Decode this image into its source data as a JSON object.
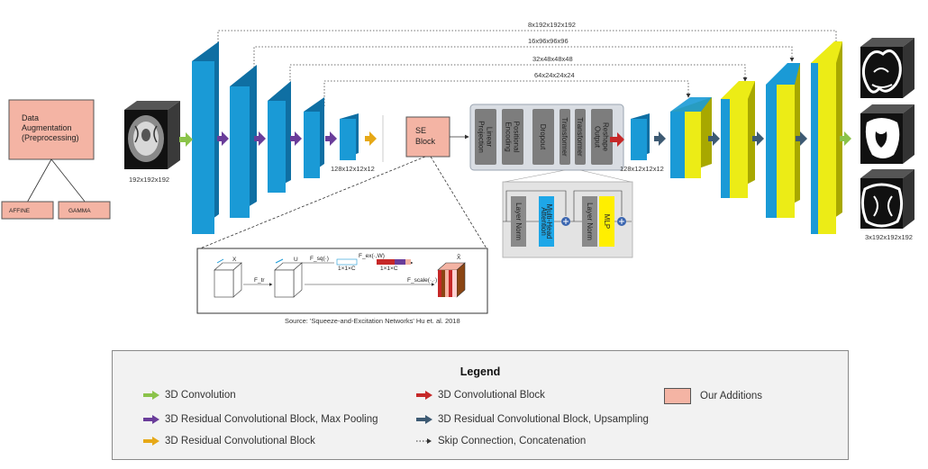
{
  "skip_labels": [
    "8x192x192x192",
    "16x96x96x96",
    "32x48x48x48",
    "64x24x24x24"
  ],
  "data_aug": {
    "title": "Data\nAugmentation\n(Preprocessing)",
    "affine": "AFFINE",
    "gamma": "GAMMA"
  },
  "input_label": "192x192x192",
  "bottleneck_label": "128x12x12x12",
  "se_block": "SE\nBlock",
  "transformer_blocks": [
    "Linear\nProjection",
    "Positional\nEncoding",
    "Dropout",
    "Transformer",
    "Transformer",
    "Reshape\nOutput"
  ],
  "transformer_detail": [
    "Layer Norm",
    "Multi-Head\nAttention",
    "Layer Norm",
    "MLP"
  ],
  "decoder_label": "128x12x12x12",
  "output_label": "3x192x192x192",
  "source_text": "Source: 'Squeeze-and-Excitation Networks' Hu et. al. 2018",
  "se_diagram": {
    "x": "X",
    "u": "U",
    "x_tilde": "X̃",
    "f_tr": "F_tr",
    "f_sq": "F_sq(·)",
    "f_ex": "F_ex(·,W)",
    "f_scale": "F_scale(·,·)",
    "dims": "1×1×C"
  },
  "legend": {
    "title": "Legend",
    "items": [
      {
        "label": "3D Convolution",
        "color": "#8bc34a"
      },
      {
        "label": "3D Residual Convolutional Block, Max Pooling",
        "color": "#6a3d9a"
      },
      {
        "label": "3D Residual Convolutional Block",
        "color": "#e6a817"
      },
      {
        "label": "3D Convolutional Block",
        "color": "#c62828"
      },
      {
        "label": "3D Residual Convolutional Block, Upsampling",
        "color": "#3d5a73"
      },
      {
        "label": "Skip Connection, Concatenation",
        "color": "#333333"
      },
      {
        "label": "Our Additions",
        "color": "#f4b4a4"
      }
    ]
  },
  "colors": {
    "encoder": "#1a9ad6",
    "encoder_side": "#0f6fa3",
    "decoder_yellow": "#ecec16",
    "addition": "#f4b4a4"
  }
}
